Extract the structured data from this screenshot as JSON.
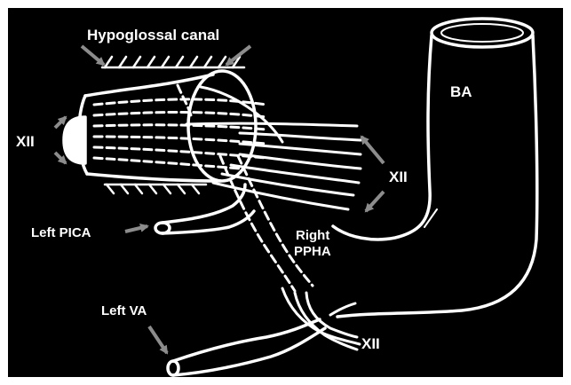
{
  "diagram": {
    "labels": {
      "hypoglossal_canal": "Hypoglossal canal",
      "ba": "BA",
      "xii_left": "XII",
      "xii_right": "XII",
      "xii_bottom": "XII",
      "left_pica": "Left PICA",
      "right_pi": "Right",
      "right_pphi": "PPHA",
      "left_va": "Left VA"
    },
    "colors": {
      "background": "#000000",
      "frame": "#ffffff",
      "line": "#ffffff",
      "arrow": "#8c8c8c"
    }
  }
}
